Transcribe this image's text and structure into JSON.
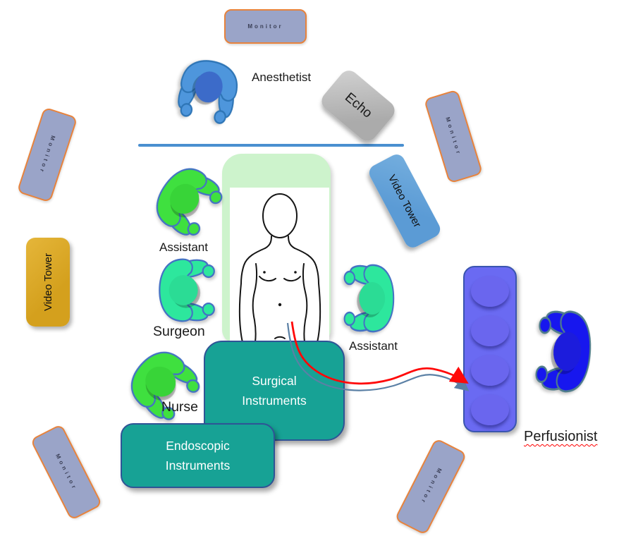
{
  "staff": [
    {
      "label": "Anesthetist",
      "body_color": "#4E96DC",
      "head_color": "#3C6BC9",
      "outline": "#2E75B6"
    },
    {
      "label": "Assistant",
      "body_color": "#3FE03F",
      "head_color": "#38D438",
      "outline": "#4472C4"
    },
    {
      "label": "Surgeon",
      "body_color": "#2DE79D",
      "head_color": "#2BDC95",
      "outline": "#4472C4"
    },
    {
      "label": "Nurse",
      "body_color": "#3FE03F",
      "head_color": "#38D438",
      "outline": "#4472C4"
    },
    {
      "label": "Assistant",
      "body_color": "#2DE79D",
      "head_color": "#2BDC95",
      "outline": "#4472C4"
    },
    {
      "label": "Perfusionist",
      "body_color": "#1717EE",
      "head_color": "#1C1CDC",
      "outline": "#4E7C8C"
    }
  ],
  "equipment": {
    "monitors": [
      {
        "position": "top",
        "label": "Monitor"
      },
      {
        "position": "upper-left",
        "label": "Monitor"
      },
      {
        "position": "upper-right",
        "label": "Monitor"
      },
      {
        "position": "bottom-left",
        "label": "Monitor"
      },
      {
        "position": "bottom-right",
        "label": "Monitor"
      }
    ],
    "echo": {
      "label": "Echo"
    },
    "video_tower_right": {
      "label": "Video Tower"
    },
    "video_tower_left": {
      "label": "Video Tower"
    },
    "surgical_instruments": {
      "line1": "Surgical",
      "line2": "Instruments"
    },
    "endoscopic_instruments": {
      "line1": "Endoscopic",
      "line2": "Instruments"
    },
    "perfusion_machine": {
      "pump_count": 4
    }
  },
  "colors": {
    "monitor_fill": "#9AA4C8",
    "monitor_border": "#E8833C",
    "drape_line": "#4A8FD0",
    "table_fill": "#CDF3CC",
    "instrument_box_fill": "#17A295",
    "instrument_box_border": "#2F5496",
    "machine_fill": "#6A6AF2",
    "machine_border": "#3A55B0",
    "pump_fill": "#6A66EE",
    "echo_fill": "#ABABAB",
    "tower_right_fill": "#5B9BD5",
    "tower_left_fill": "#D4A01D",
    "tube_arterial": "#FF0909",
    "tube_venous": "#5B80A5"
  }
}
